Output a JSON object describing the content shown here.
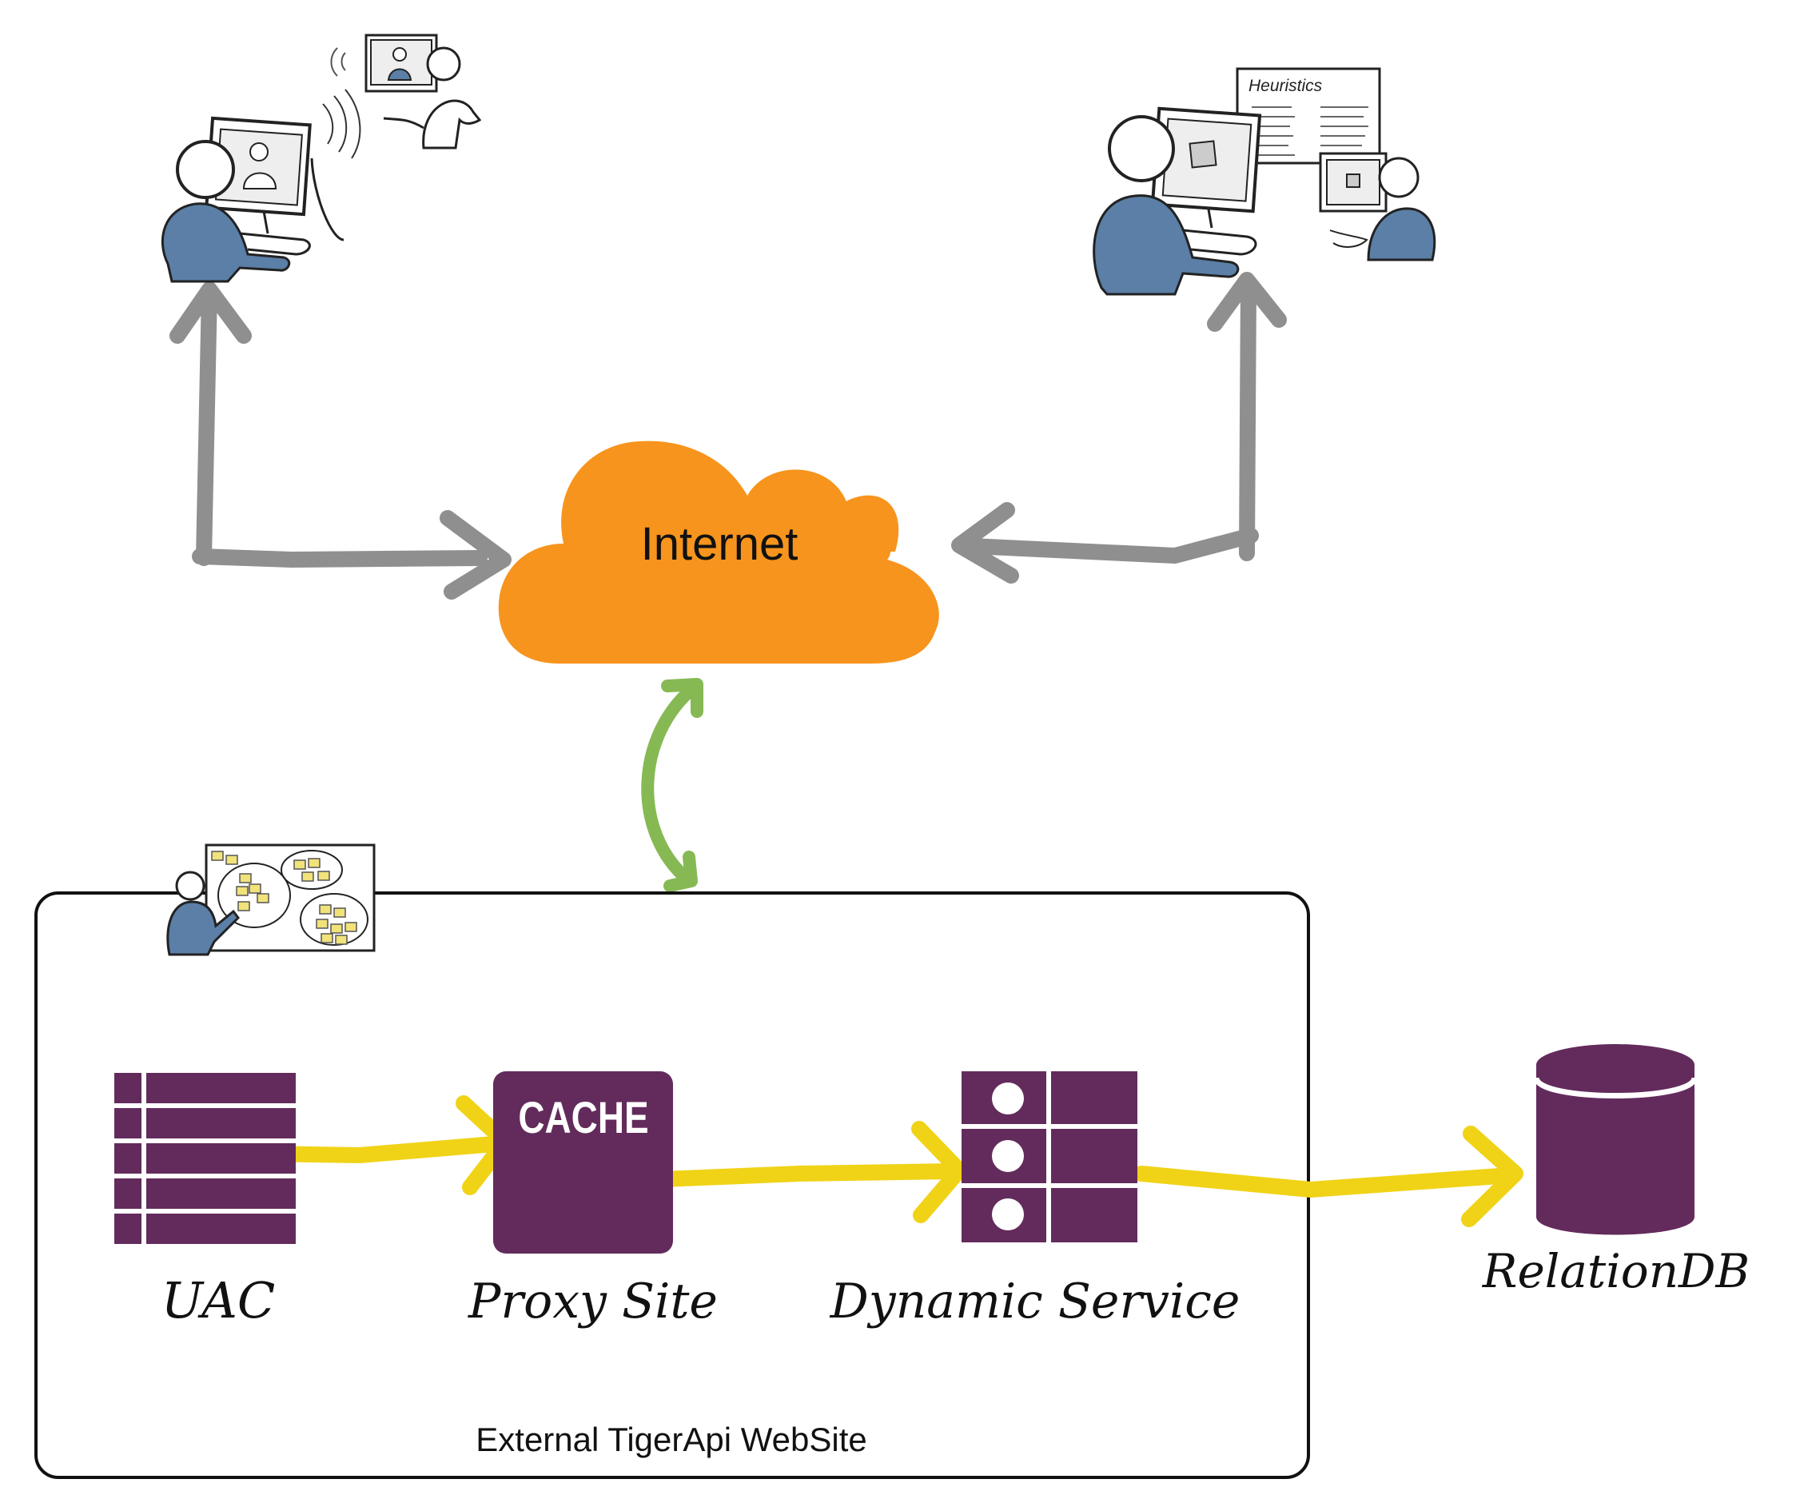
{
  "cloud": {
    "label": "Internet",
    "color": "#F7941D"
  },
  "heuristics_sheet": {
    "label": "Heuristics"
  },
  "container": {
    "label": "External TigerApi WebSite"
  },
  "nodes": {
    "uac": {
      "label": "UAC"
    },
    "proxy": {
      "label": "Proxy Site",
      "icon_text": "CACHE"
    },
    "dynamic": {
      "label": "Dynamic Service"
    },
    "db": {
      "label": "RelationDB"
    }
  },
  "colors": {
    "purple": "#632B5C",
    "flow_arrow": "#F0D317",
    "link_arrow": "#8F8F8F",
    "green_arrow": "#86B954",
    "person_blue": "#5B7FA6",
    "sticky": "#F2E27A"
  }
}
